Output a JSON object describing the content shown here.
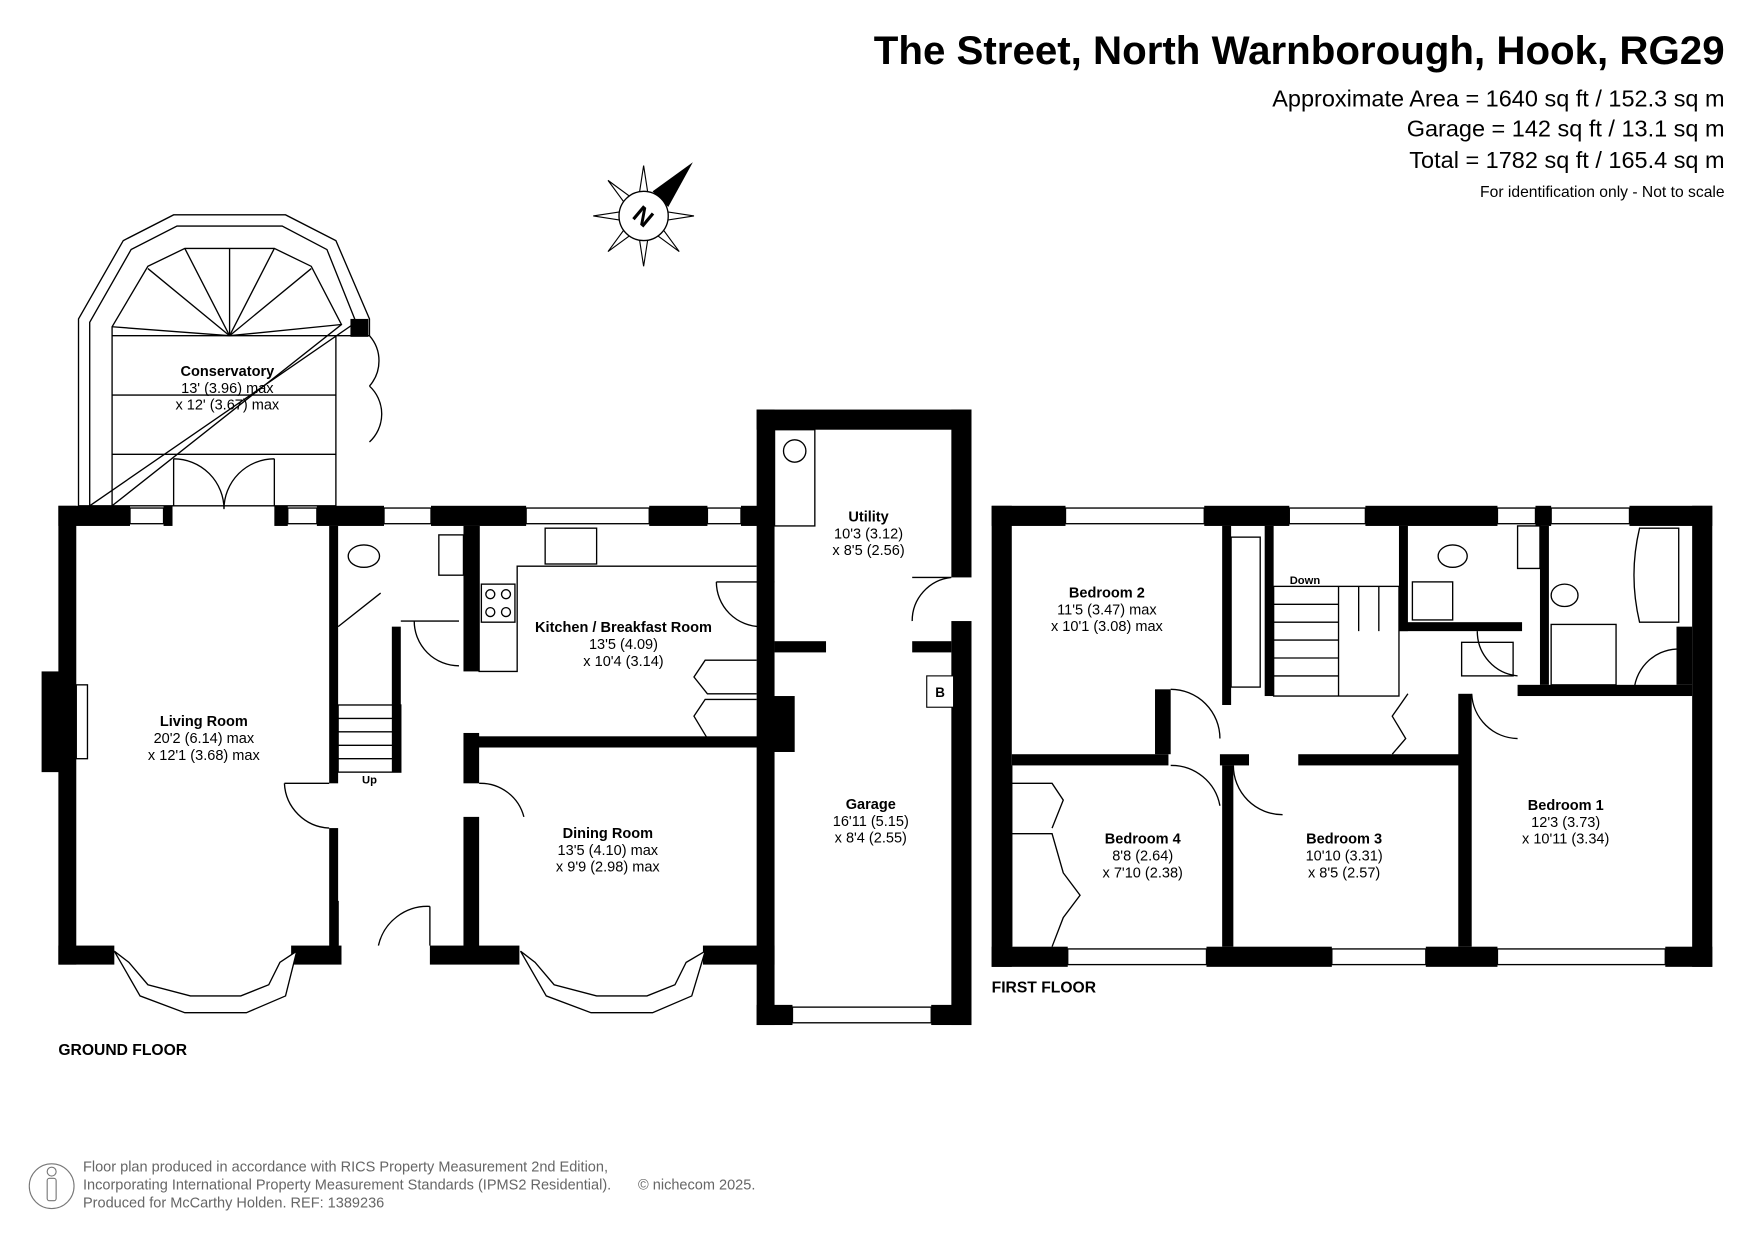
{
  "header": {
    "title": "The Street, North Warnborough, Hook, RG29",
    "approx_area": "Approximate Area = 1640 sq ft / 152.3 sq m",
    "garage_area": "Garage = 142 sq ft / 13.1 sq m",
    "total_area": "Total = 1782 sq ft / 165.4 sq m",
    "disclaimer": "For identification only - Not to scale"
  },
  "compass": {
    "label": "N"
  },
  "ground_floor": {
    "label": "GROUND FLOOR",
    "rooms": [
      {
        "name": "Conservatory",
        "dim1": "13' (3.96) max",
        "dim2": "x 12' (3.67) max"
      },
      {
        "name": "Living Room",
        "dim1": "20'2 (6.14) max",
        "dim2": "x 12'1 (3.68) max"
      },
      {
        "name": "Kitchen / Breakfast Room",
        "dim1": "13'5 (4.09)",
        "dim2": "x 10'4 (3.14)"
      },
      {
        "name": "Utility",
        "dim1": "10'3 (3.12)",
        "dim2": "x 8'5 (2.56)"
      },
      {
        "name": "Garage",
        "dim1": "16'11 (5.15)",
        "dim2": "x 8'4 (2.55)"
      },
      {
        "name": "Dining Room",
        "dim1": "13'5 (4.10) max",
        "dim2": "x 9'9 (2.98) max"
      }
    ],
    "stairs_label": "Up",
    "boiler_label": "B"
  },
  "first_floor": {
    "label": "FIRST FLOOR",
    "rooms": [
      {
        "name": "Bedroom 2",
        "dim1": "11'5 (3.47) max",
        "dim2": "x 10'1 (3.08) max"
      },
      {
        "name": "Bedroom 4",
        "dim1": "8'8 (2.64)",
        "dim2": "x 7'10 (2.38)"
      },
      {
        "name": "Bedroom 3",
        "dim1": "10'10 (3.31)",
        "dim2": "x 8'5 (2.57)"
      },
      {
        "name": "Bedroom 1",
        "dim1": "12'3 (3.73)",
        "dim2": "x 10'11 (3.34)"
      }
    ],
    "stairs_label": "Down"
  },
  "footer": {
    "line1": "Floor plan produced in accordance with RICS Property Measurement 2nd Edition,",
    "line2": "Incorporating International Property Measurement Standards (IPMS2 Residential).",
    "copyright": "© nichecom 2025.",
    "line3": "Produced for McCarthy Holden.   REF:  1389236"
  }
}
